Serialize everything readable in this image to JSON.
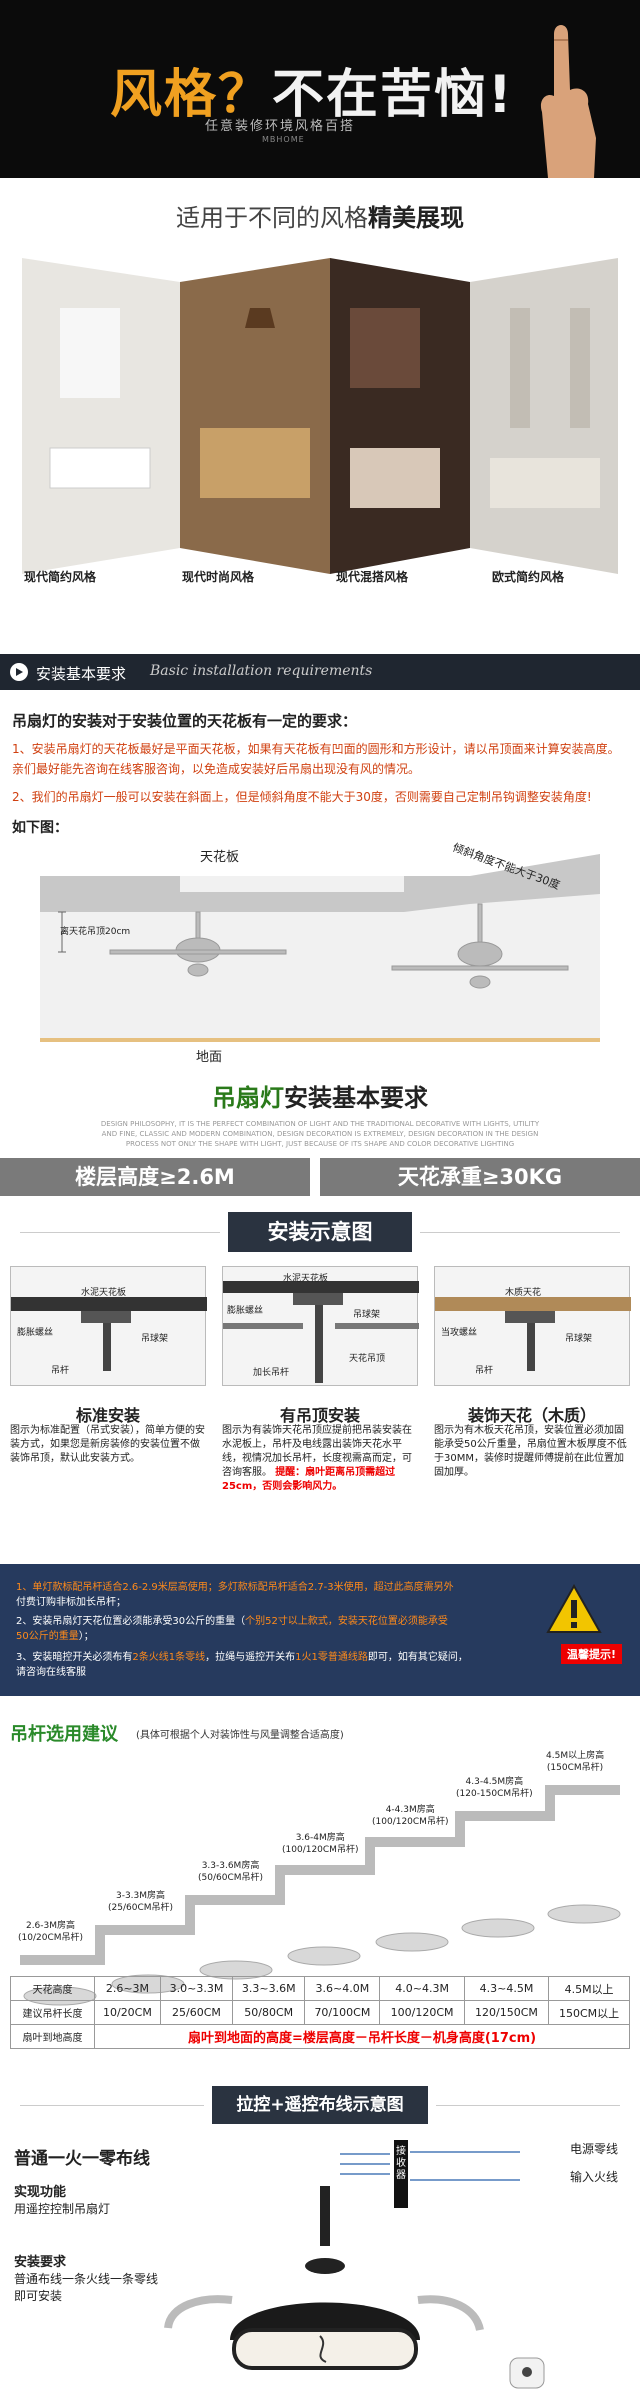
{
  "hero": {
    "title_part1": "风格？",
    "title_part2": "不在苦恼!",
    "subtitle": "任意装修环境风格百搭",
    "brand": "MBHOME"
  },
  "styles": {
    "heading_normal": "适用于不同的风格",
    "heading_bold": "精美展现",
    "captions": [
      "现代简约风格",
      "现代时尚风格",
      "现代混搭风格",
      "欧式简约风格"
    ]
  },
  "section_install": {
    "title": "安装基本要求",
    "title_en": "Basic installation requirements"
  },
  "requirements": {
    "heading": "吊扇灯的安装对于安装位置的天花板有一定的要求：",
    "item1": "1、安装吊扇灯的天花板最好是平面天花板，如果有天花板有凹面的圆形和方形设计，请以吊顶面来计算安装高度。亲们最好能先咨询在线客服咨询，以免造成安装好后吊扇出现没有风的情况。",
    "item2": "2、我们的吊扇灯一般可以安装在斜面上，但是倾斜角度不能大于30度，否则需要自己定制吊钩调整安装角度!",
    "below_label": "如下图："
  },
  "ceiling_diagram": {
    "ceiling_label": "天花板",
    "floor_label": "地面",
    "dist_label": "离天花吊顶20cm",
    "slope_label": "倾斜角度不能大于30度"
  },
  "basic": {
    "title_green": "吊扇灯",
    "title_rest": "安装基本要求",
    "en_text": "DESIGN PHILOSOPHY, IT IS THE PERFECT COMBINATION OF LIGHT AND THE TRADITIONAL DECORATIVE WITH LIGHTS, UTILITY AND FINE, CLASSIC AND MODERN COMBINATION, DESIGN DECORATION IS EXTREMELY, DESIGN DECORATION IN THE DESIGN PROCESS NOT ONLY THE SHAPE WITH LIGHT, JUST BECAUSE OF ITS SHAPE AND COLOR DECORATIVE LIGHTING"
  },
  "specs": {
    "left": "楼层高度≥2.6M",
    "right": "天花承重≥30KG"
  },
  "install_diagram": {
    "title": "安装示意图",
    "cards": [
      {
        "title": "标准安装",
        "labels": [
          "水泥天花板",
          "膨胀螺丝",
          "吊球架",
          "吊杆"
        ],
        "desc": "图示为标准配置（吊式安装），简单方便的安装方式，如果您是新房装修的安装位置不做装饰吊顶，默认此安装方式。",
        "red": ""
      },
      {
        "title": "有吊顶安装",
        "labels": [
          "水泥天花板",
          "膨胀螺丝",
          "吊球架",
          "加长吊杆",
          "天花吊顶"
        ],
        "desc": "图示为有装饰天花吊顶应提前把吊装安装在水泥板上，吊杆及电线露出装饰天花水平线，视情况加长吊杆，长度视需高而定，可咨询客服。",
        "red": "提醒：扇叶距离吊顶需超过25cm，否则会影响风力。"
      },
      {
        "title": "装饰天花（木质）",
        "labels": [
          "木质天花",
          "当攻螺丝",
          "吊球架",
          "吊杆"
        ],
        "desc": "图示为有木板天花吊顶，安装位置必须加固能承受50公斤重量，吊扇位置木板厚度不低于30MM，装修时提醒师傅提前在此位置加固加厚。",
        "red": ""
      }
    ]
  },
  "warnings": {
    "line1_a": "1、单灯款标配吊杆适合2.6-2.9米层高使用；多灯款标配吊杆适合2.7-3米使用，超过此高度需另外",
    "line1_b": "付费订购非标加长吊杆；",
    "line2_a": "2、安装吊扇灯天花位置必须能承受30公斤的重量（",
    "line2_b": "个别52寸以上款式，安装天花位置必须能承受",
    "line2_c": "50公斤的重量",
    "line2_d": "）；",
    "line3_a": "3、安装暗控开关必须布有",
    "line3_b": "2条火线1条零线",
    "line3_c": "，拉绳与遥控开关布",
    "line3_d": "1火1零普通线路",
    "line3_e": "即可，如有其它疑问，",
    "line3_f": "请咨询在线客服",
    "warn_label": "温馨提示!"
  },
  "rod": {
    "title": "吊杆选用建议",
    "subtitle": "(具体可根据个人对装饰性与风量调整合适高度)",
    "steps": [
      {
        "h": "2.6-3M房高",
        "r": "(10/20CM吊杆)"
      },
      {
        "h": "3-3.3M房高",
        "r": "(25/60CM吊杆)"
      },
      {
        "h": "3.3-3.6M房高",
        "r": "(50/60CM吊杆)"
      },
      {
        "h": "3.6-4M房高",
        "r": "(100/120CM吊杆)"
      },
      {
        "h": "4-4.3M房高",
        "r": "(100/120CM吊杆)"
      },
      {
        "h": "4.3-4.5M房高",
        "r": "(120-150CM吊杆)"
      },
      {
        "h": "4.5M以上房高",
        "r": "(150CM吊杆)"
      }
    ]
  },
  "rod_table": {
    "row1_label": "天花高度",
    "row1": [
      "2.6~3M",
      "3.0~3.3M",
      "3.3~3.6M",
      "3.6~4.0M",
      "4.0~4.3M",
      "4.3~4.5M",
      "4.5M以上"
    ],
    "row2_label": "建议吊杆长度",
    "row2": [
      "10/20CM",
      "25/60CM",
      "50/80CM",
      "70/100CM",
      "100/120CM",
      "120/150CM",
      "150CM以上"
    ],
    "row3_label": "扇叶到地高度",
    "formula": "扇叶到地面的高度=楼层高度－吊杆长度－机身高度(17cm)"
  },
  "wiring": {
    "title": "拉控+遥控布线示意图",
    "line_title": "普通一火一零布线",
    "feature_label": "实现功能",
    "feature_text": "用遥控控制吊扇灯",
    "req_label": "安装要求",
    "req_line1": "普通布线一条火线一条零线",
    "req_line2": "即可安装",
    "receiver": "接收器",
    "neutral": "电源零线",
    "live": "输入火线"
  }
}
